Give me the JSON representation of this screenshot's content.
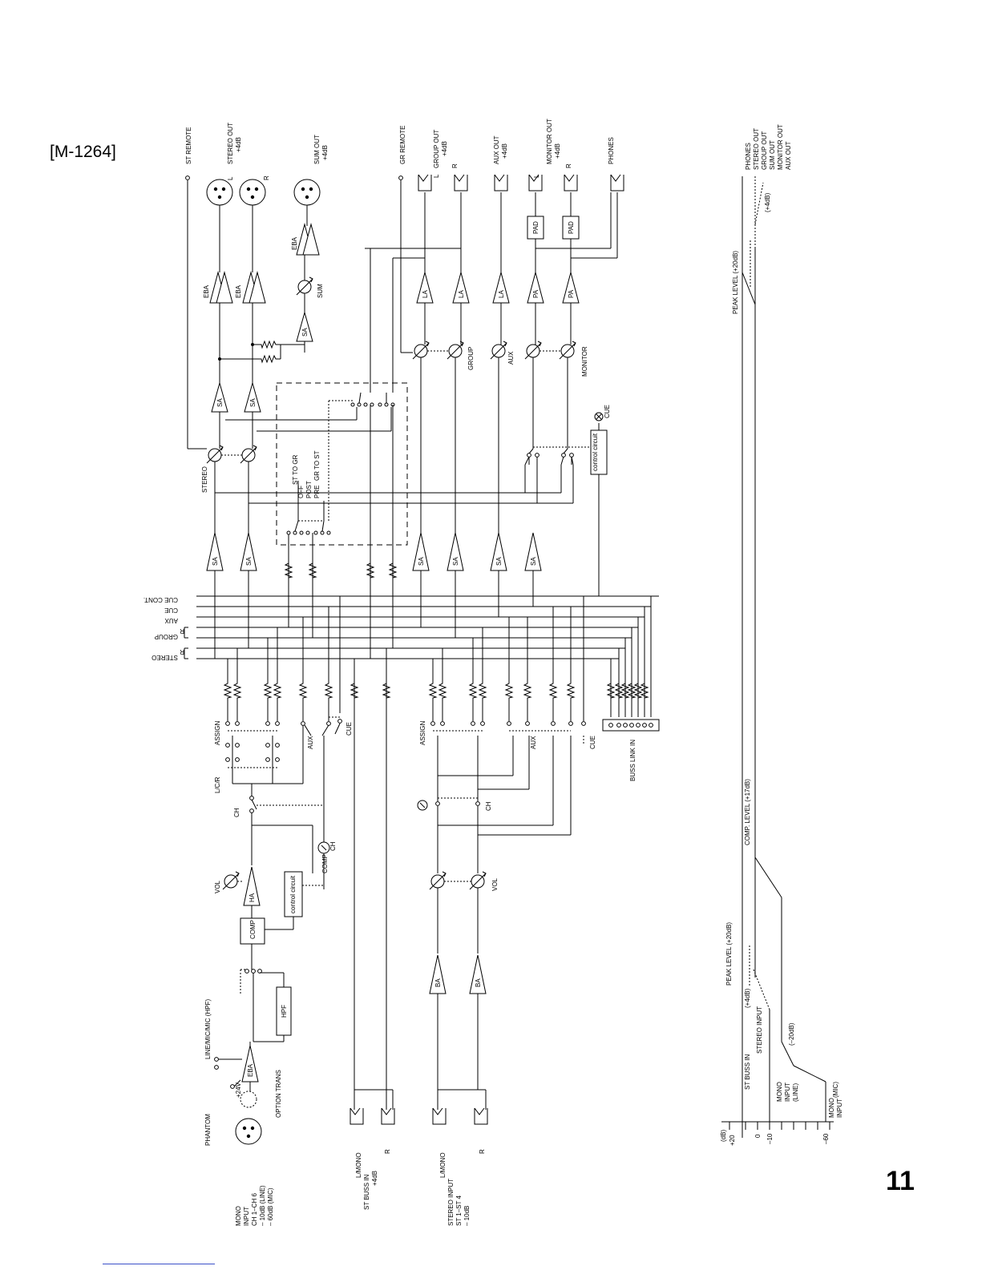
{
  "header": {
    "model": "[M-1264]"
  },
  "page_number": "11",
  "outputs": {
    "st_remote": "ST REMOTE",
    "stereo_out": "STEREO OUT",
    "stereo_out_level": "+4dB",
    "sum_out": "SUM OUT",
    "sum_out_level": "+4dB",
    "gr_remote": "GR REMOTE",
    "group_out": "GROUP OUT",
    "group_out_level": "+4dB",
    "aux_out": "AUX OUT",
    "aux_out_level": "+4dB",
    "monitor_out": "MONITOR OUT",
    "monitor_out_level": "+4dB",
    "phones": "PHONES",
    "left": "L",
    "right": "R"
  },
  "blocks": {
    "eba": "EBA",
    "sa": "SA",
    "la": "LA",
    "pa": "PA",
    "ha": "HA",
    "ba": "BA",
    "pad": "PAD",
    "comp": "COMP",
    "hpf": "HPF",
    "control_circuit": "control circuit"
  },
  "controls": {
    "sum": "SUM",
    "stereo": "STEREO",
    "group": "GROUP",
    "aux": "AUX",
    "monitor": "MONITOR",
    "cue": "CUE",
    "vol": "VOL",
    "ch": "CH",
    "comp": "COMP",
    "assign": "ASSIGN",
    "lcr": "L/C/R",
    "st_to_gr": "ST TO GR",
    "gr_to_st": "GR TO ST",
    "off": "OFF",
    "post": "POST",
    "pre": "PRE",
    "phantom": "PHANTOM",
    "phantom_voltage": "+24V",
    "line_mic_hpf": "LINE/MIC/MIC (HPF)",
    "option_trans": "OPTION TRANS",
    "buss_link_in": "BUSS LINK IN"
  },
  "busses": [
    "CUE CONT.",
    "CUE",
    "AUX",
    "R",
    "GROUP",
    "L",
    "R",
    "STEREO",
    "L"
  ],
  "inputs": {
    "mono": [
      "MONO",
      "INPUT",
      "CH 1–CH 6",
      "– 10dB (LINE)",
      "– 60dB (MIC)"
    ],
    "st_buss": [
      "L/MONO",
      "ST BUSS IN",
      "+4dB"
    ],
    "stereo": [
      "L/MONO",
      "STEREO INPUT",
      "ST 1–ST 4",
      "– 10dB"
    ]
  },
  "level_top": {
    "peak": "PEAK LEVEL (+20dB)",
    "ref": "(+4dB)",
    "legend": [
      "PHONES",
      "STEREO OUT",
      "GROUP OUT",
      "SUM OUT",
      "MONITOR OUT",
      "AUX OUT"
    ]
  },
  "level_bottom": {
    "comp_level": "COMP. LEVEL (+17dB)",
    "peak": "PEAK LEVEL (+20dB)",
    "ref": "(+4dB)",
    "st_buss_in": "ST BUSS IN",
    "stereo_input": "STEREO INPUT",
    "minus20": "(–20dB)",
    "mono_line": [
      "MONO",
      "INPUT",
      "(LINE)"
    ],
    "mono_mic": [
      "MONO",
      "INPUT",
      "(MIC)"
    ],
    "axis_unit": "(dB)",
    "axis_ticks": [
      "+20",
      "0",
      "–10",
      "–60"
    ]
  }
}
